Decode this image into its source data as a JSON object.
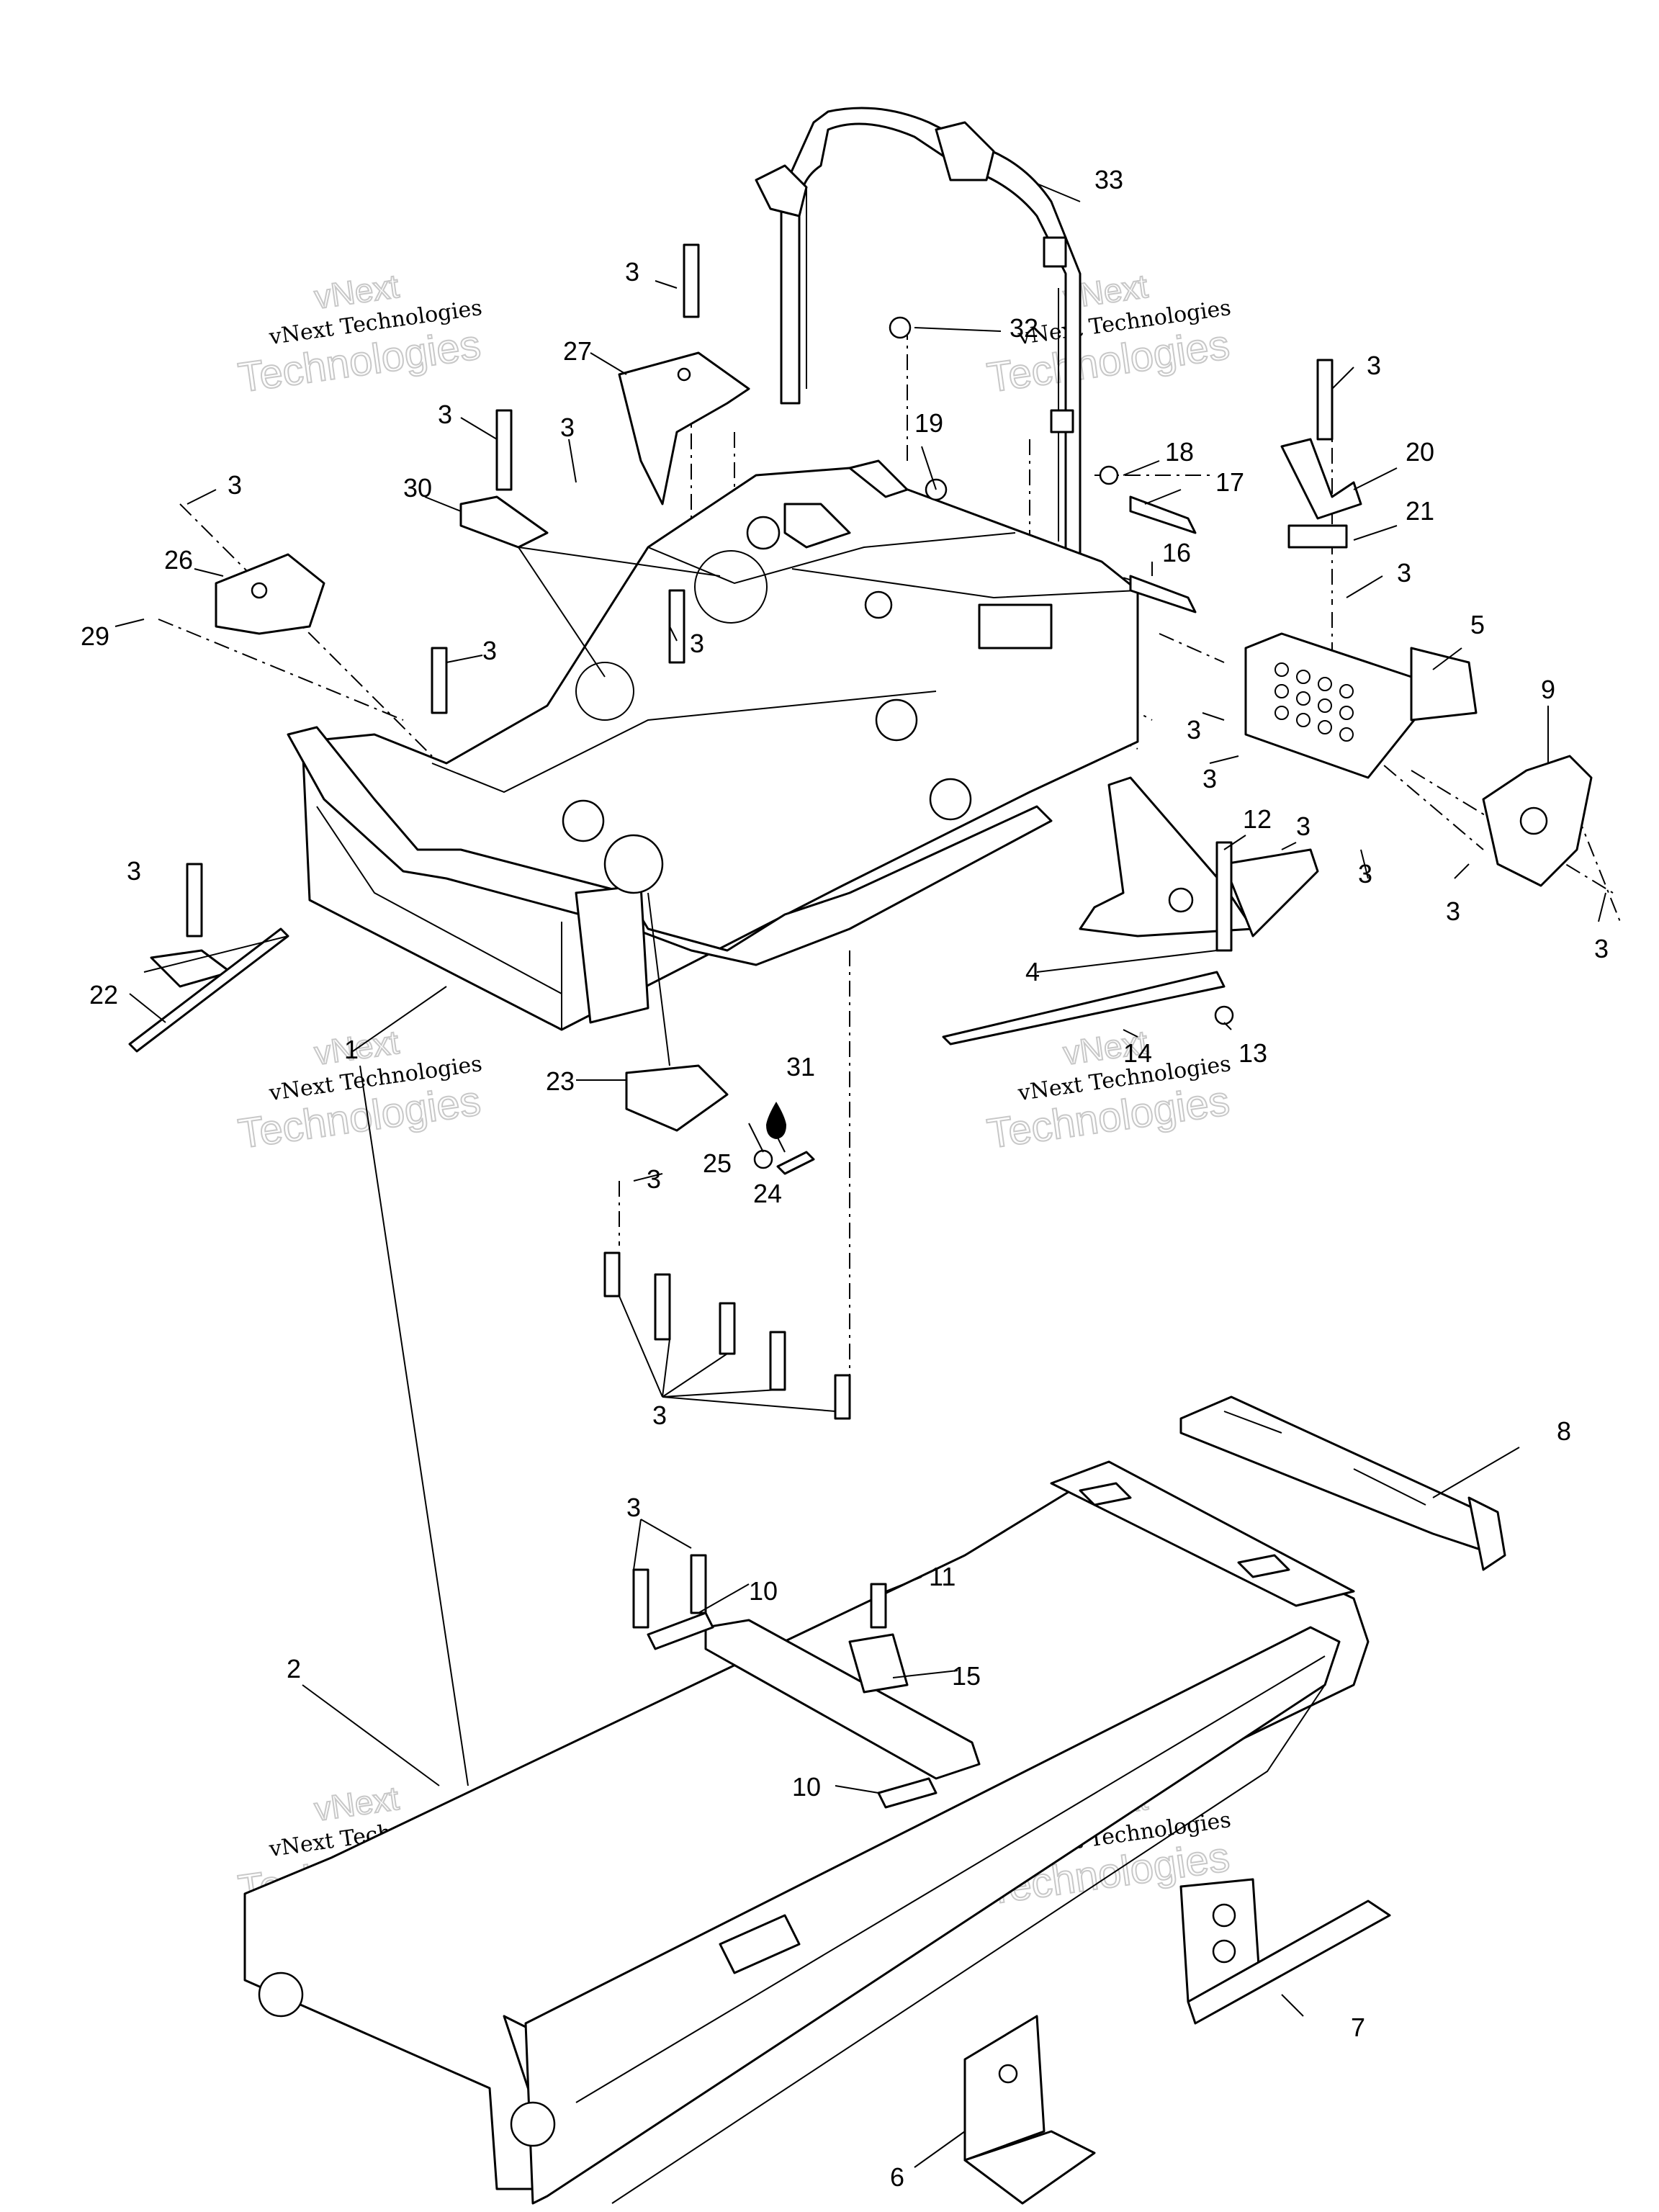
{
  "watermark": {
    "line1": "vNext",
    "line2": "vNext Technologies",
    "line3": "Technologies"
  },
  "callouts": {
    "c1": "1",
    "c2": "2",
    "c4": "4",
    "c5": "5",
    "c6": "6",
    "c7": "7",
    "c8": "8",
    "c9": "9",
    "c10a": "10",
    "c10b": "10",
    "c11": "11",
    "c12": "12",
    "c13": "13",
    "c14": "14",
    "c15": "15",
    "c16": "16",
    "c17": "17",
    "c18": "18",
    "c19": "19",
    "c20": "20",
    "c21": "21",
    "c22": "22",
    "c23": "23",
    "c24": "24",
    "c25": "25",
    "c26": "26",
    "c27": "27",
    "c29": "29",
    "c30": "30",
    "c31": "31",
    "c32": "32",
    "c33": "33",
    "r3": "3"
  }
}
